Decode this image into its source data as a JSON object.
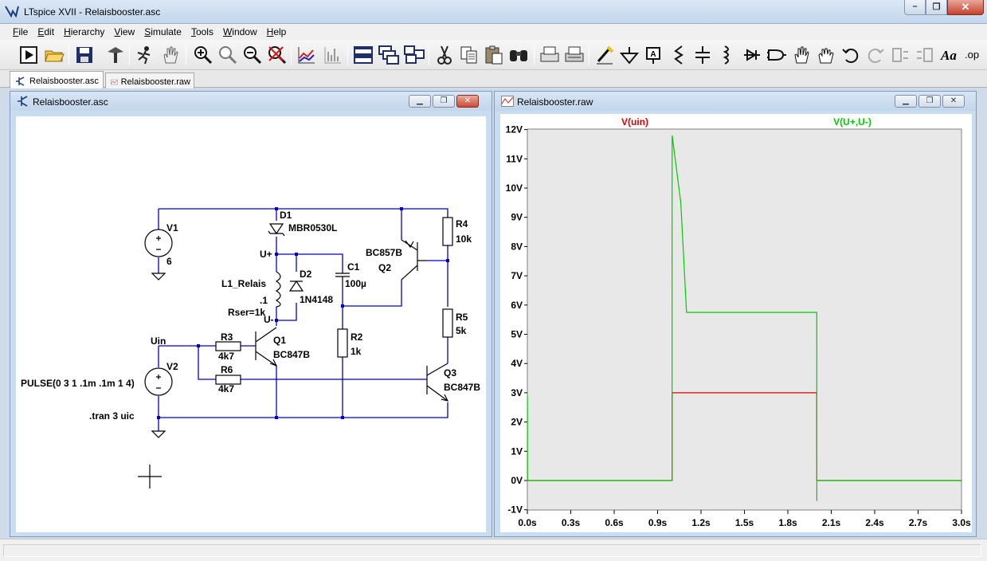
{
  "app": {
    "title": "LTspice XVII - Relaisbooster.asc"
  },
  "menu": [
    "File",
    "Edit",
    "Hierarchy",
    "View",
    "Simulate",
    "Tools",
    "Window",
    "Help"
  ],
  "toolbar_icons": [
    "run-icon",
    "open-icon",
    "save-icon",
    "control-panel-icon",
    "halt-icon",
    "pan-icon",
    "zoom-in-icon",
    "zoom-area-icon",
    "zoom-out-icon",
    "zoom-cancel-icon",
    "autorange-icon",
    "fft-icon",
    "tile-horizontal-icon",
    "cascade-icon",
    "tile-vertical-icon",
    "cut-icon",
    "copy-icon",
    "paste-icon",
    "find-icon",
    "print-preview-icon",
    "print-icon",
    "wire-icon",
    "ground-icon",
    "label-net-icon",
    "resistor-icon",
    "capacitor-icon",
    "inductor-icon",
    "diode-icon",
    "component-icon",
    "move-icon",
    "drag-icon",
    "undo-icon",
    "redo-icon",
    "rotate-icon",
    "mirror-icon",
    "text-icon",
    "spice-directive-icon"
  ],
  "tabs": [
    {
      "label": "Relaisbooster.asc",
      "active": true
    },
    {
      "label": "Relaisbooster.raw",
      "active": false
    }
  ],
  "schematic_window": {
    "title": "Relaisbooster.asc",
    "labels": {
      "v1": "V1",
      "v1_val": "6",
      "d1": "D1",
      "d1_val": "MBR0530L",
      "r4": "R4",
      "r4_val": "10k",
      "q2_model": "BC857B",
      "q2": "Q2",
      "uplus": "U+",
      "d2": "D2",
      "c1": "C1",
      "c1_val": "100µ",
      "l1": "L1_Relais",
      "l1_val": ".1",
      "d2_val": "1N4148",
      "rser": "Rser=1k",
      "uminus": "U-",
      "r5": "R5",
      "r5_val": "5k",
      "uin": "Uin",
      "r3": "R3",
      "r3_val": "4k7",
      "q1": "Q1",
      "q1_model": "BC847B",
      "r2": "R2",
      "r2_val": "1k",
      "v2": "V2",
      "r6": "R6",
      "r6_val": "4k7",
      "pulse": "PULSE(0 3 1 .1m .1m 1 4)",
      "q3": "Q3",
      "q3_model": "BC847B",
      "tran": ".tran 3 uic"
    }
  },
  "waveform_window": {
    "title": "Relaisbooster.raw"
  },
  "chart_data": {
    "type": "line",
    "series": [
      {
        "name": "V(uin)",
        "color": "#dd0000",
        "x": [
          0,
          1.0,
          1.0001,
          2.0,
          2.0001,
          3.0
        ],
        "y": [
          0,
          0,
          3,
          3,
          0,
          0
        ]
      },
      {
        "name": "V(U+,U-)",
        "color": "#00cc00",
        "x": [
          0,
          0.0005,
          0.001,
          1.0,
          1.0001,
          1.0005,
          1.06,
          1.1,
          2.0,
          2.0001,
          2.0005,
          3.0
        ],
        "y": [
          0,
          2.9,
          0,
          0,
          8.5,
          11.8,
          9.5,
          5.75,
          5.75,
          -0.7,
          0,
          0
        ]
      }
    ],
    "xlim": [
      0,
      3.0
    ],
    "ylim": [
      -1,
      12
    ],
    "x_ticks": [
      "0.0s",
      "0.3s",
      "0.6s",
      "0.9s",
      "1.2s",
      "1.5s",
      "1.8s",
      "2.1s",
      "2.4s",
      "2.7s",
      "3.0s"
    ],
    "y_ticks": [
      "-1V",
      "0V",
      "1V",
      "2V",
      "3V",
      "4V",
      "5V",
      "6V",
      "7V",
      "8V",
      "9V",
      "10V",
      "11V",
      "12V"
    ],
    "grid": false,
    "legend": "top"
  }
}
